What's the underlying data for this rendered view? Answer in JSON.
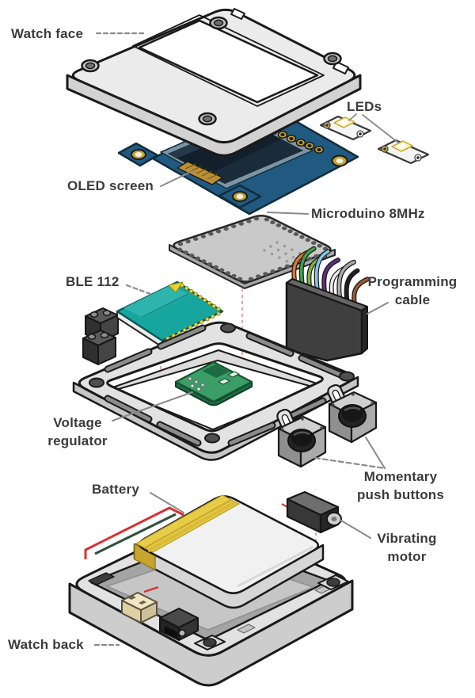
{
  "labels": {
    "watch_face": "Watch face",
    "leds": "LEDs",
    "oled_screen": "OLED screen",
    "microduino": "Microduino 8MHz",
    "ble112": "BLE 112",
    "programming_cable": "Programming\ncable",
    "voltage_regulator": "Voltage\nregulator",
    "momentary_push_buttons": "Momentary\npush buttons",
    "battery": "Battery",
    "vibrating_motor": "Vibrating\nmotor",
    "watch_back": "Watch back"
  },
  "colors": {
    "label_text": "#3b3b3b",
    "outline": "#1a1a1a",
    "leader_gray": "#8a8a8a",
    "guide_pink": "#e2a8a8",
    "plate_gray": "#ebebeb",
    "case_gray": "#e2e2e2",
    "pcb_blue": "#205a80",
    "screen_dark": "#13202c",
    "gold": "#c9a227",
    "pcb_teal": "#17a5a0",
    "pcb_green": "#3a9e66",
    "tape_yellow": "#e7cc45",
    "wire_red": "#d83030",
    "connector_black": "#3f3f3f",
    "wire_colors": [
      "#e0762a",
      "#43a047",
      "#7cb342",
      "#81c7e8",
      "#5e2d79",
      "#ececec",
      "#a9a9a9",
      "#1f1f1f",
      "#9c5a33"
    ]
  }
}
